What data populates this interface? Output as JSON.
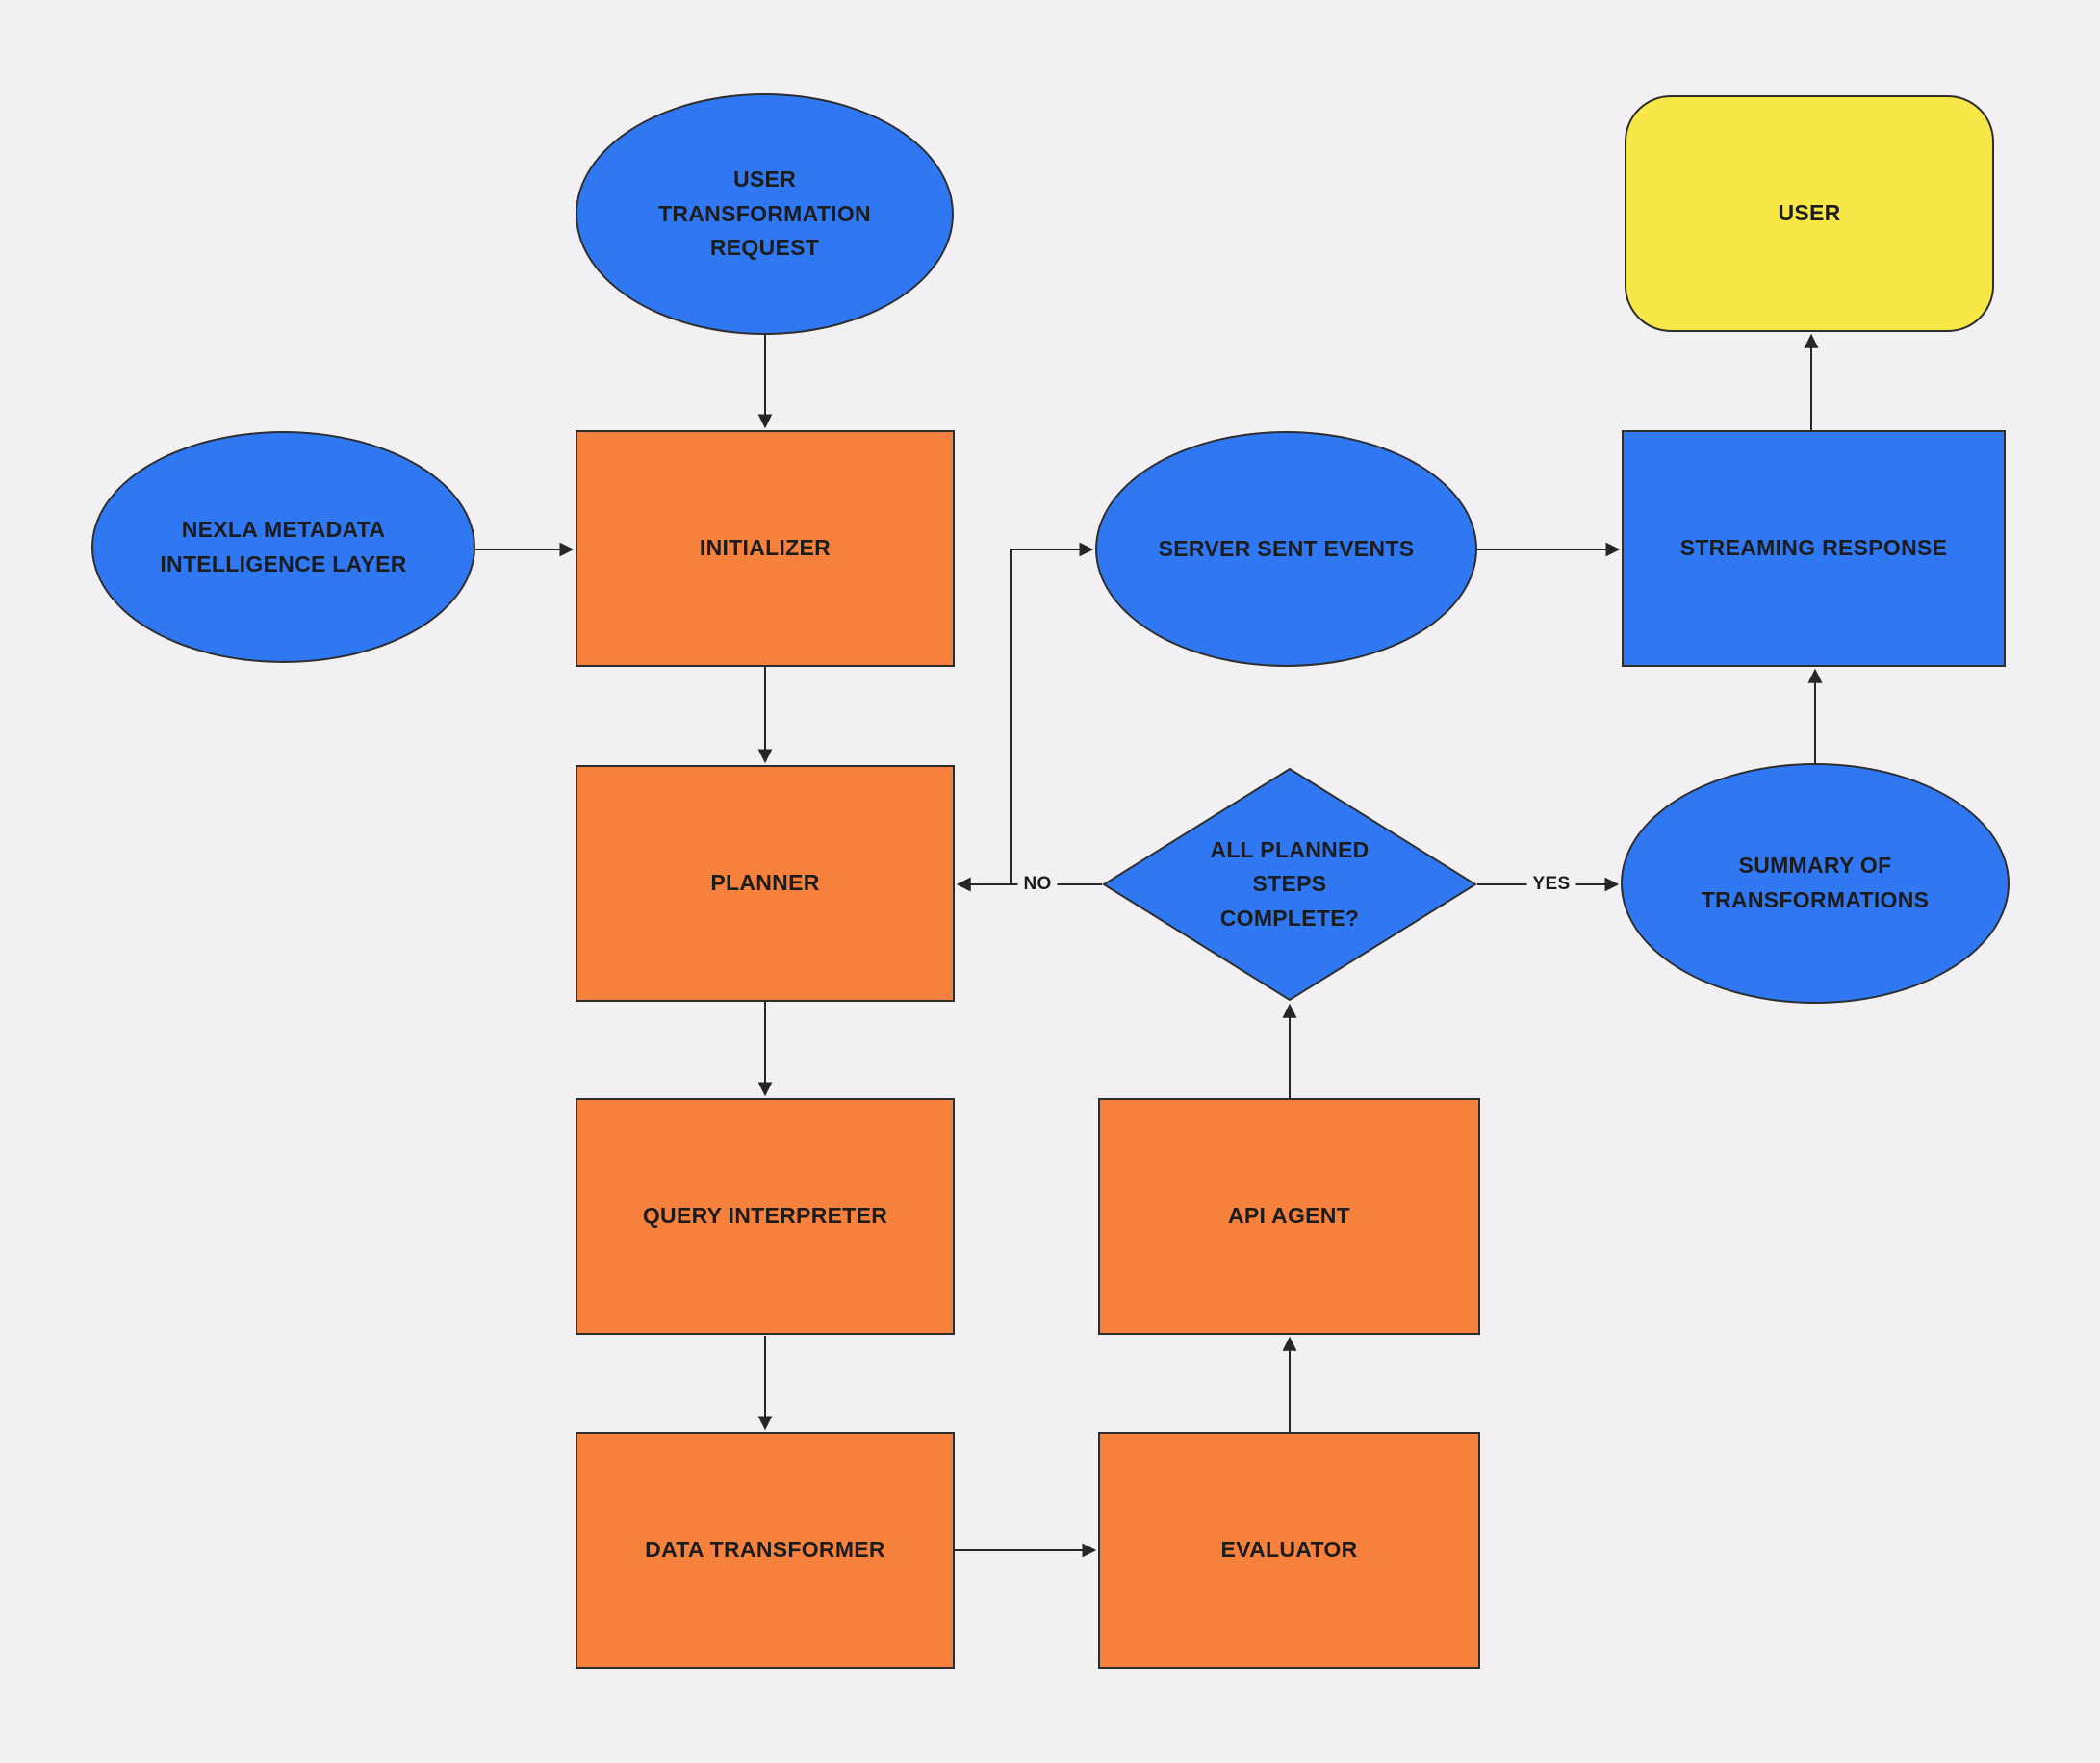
{
  "diagram": {
    "colors": {
      "background": "#f2f0f2",
      "blue": "#2f78f2",
      "orange": "#f5813d",
      "yellow": "#f7e747",
      "stroke": "#2e2e2e",
      "text": "#1c1c1c"
    },
    "nodes": [
      {
        "id": "user-transformation-request",
        "label": "USER TRANSFORMATION REQUEST",
        "shape": "ellipse",
        "fill": "#2f78f2"
      },
      {
        "id": "nexla-metadata-intelligence-layer",
        "label": "NEXLA METADATA INTELLIGENCE LAYER",
        "shape": "ellipse",
        "fill": "#2f78f2"
      },
      {
        "id": "initializer",
        "label": "INITIALIZER",
        "shape": "rect",
        "fill": "#f5813d"
      },
      {
        "id": "planner",
        "label": "PLANNER",
        "shape": "rect",
        "fill": "#f5813d"
      },
      {
        "id": "query-interpreter",
        "label": "QUERY INTERPRETER",
        "shape": "rect",
        "fill": "#f5813d"
      },
      {
        "id": "data-transformer",
        "label": "DATA TRANSFORMER",
        "shape": "rect",
        "fill": "#f5813d"
      },
      {
        "id": "evaluator",
        "label": "EVALUATOR",
        "shape": "rect",
        "fill": "#f5813d"
      },
      {
        "id": "api-agent",
        "label": "API AGENT",
        "shape": "rect",
        "fill": "#f5813d"
      },
      {
        "id": "all-planned-steps-complete",
        "label": "ALL PLANNED STEPS COMPLETE?",
        "shape": "diamond",
        "fill": "#2f78f2"
      },
      {
        "id": "server-sent-events",
        "label": "SERVER SENT EVENTS",
        "shape": "ellipse",
        "fill": "#2f78f2"
      },
      {
        "id": "streaming-response",
        "label": "STREAMING RESPONSE",
        "shape": "rect",
        "fill": "#2f78f2"
      },
      {
        "id": "user",
        "label": "USER",
        "shape": "rounded-rect",
        "fill": "#f7e747"
      },
      {
        "id": "summary-of-transformations",
        "label": "SUMMARY OF TRANSFORMATIONS",
        "shape": "ellipse",
        "fill": "#2f78f2"
      }
    ],
    "edges": [
      {
        "from": "user-transformation-request",
        "to": "initializer",
        "label": ""
      },
      {
        "from": "nexla-metadata-intelligence-layer",
        "to": "initializer",
        "label": ""
      },
      {
        "from": "initializer",
        "to": "planner",
        "label": ""
      },
      {
        "from": "planner",
        "to": "query-interpreter",
        "label": ""
      },
      {
        "from": "query-interpreter",
        "to": "data-transformer",
        "label": ""
      },
      {
        "from": "data-transformer",
        "to": "evaluator",
        "label": ""
      },
      {
        "from": "evaluator",
        "to": "api-agent",
        "label": ""
      },
      {
        "from": "api-agent",
        "to": "all-planned-steps-complete",
        "label": ""
      },
      {
        "from": "all-planned-steps-complete",
        "to": "planner",
        "label": "NO"
      },
      {
        "from": "all-planned-steps-complete",
        "to": "summary-of-transformations",
        "label": "YES"
      },
      {
        "from": "planner",
        "to": "server-sent-events",
        "label": ""
      },
      {
        "from": "server-sent-events",
        "to": "streaming-response",
        "label": ""
      },
      {
        "from": "summary-of-transformations",
        "to": "streaming-response",
        "label": ""
      },
      {
        "from": "streaming-response",
        "to": "user",
        "label": ""
      }
    ]
  }
}
